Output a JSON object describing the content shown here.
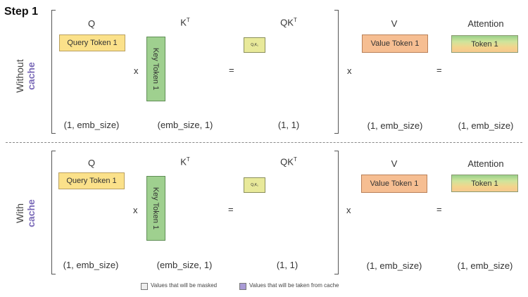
{
  "step_title": "Step 1",
  "rows": [
    {
      "label_main": "Without",
      "label_cache": "cache",
      "q_header": "Q",
      "k_header": "K",
      "k_sup": "T",
      "qk_header": "QK",
      "qk_sup": "T",
      "v_header": "V",
      "attn_header": "Attention",
      "query_box": "Query Token 1",
      "key_box": "Key Token 1",
      "qk_box": "Q₁K₁",
      "value_box": "Value Token 1",
      "attn_box": "Token 1",
      "op_mult": "x",
      "op_eq": "=",
      "dim_q": "(1, emb_size)",
      "dim_k": "(emb_size, 1)",
      "dim_qk": "(1, 1)",
      "dim_v": "(1, emb_size)",
      "dim_attn": "(1, emb_size)"
    },
    {
      "label_main": "With",
      "label_cache": "cache",
      "q_header": "Q",
      "k_header": "K",
      "k_sup": "T",
      "qk_header": "QK",
      "qk_sup": "T",
      "v_header": "V",
      "attn_header": "Attention",
      "query_box": "Query Token 1",
      "key_box": "Key Token 1",
      "qk_box": "Q₁K₁",
      "value_box": "Value Token 1",
      "attn_box": "Token 1",
      "op_mult": "x",
      "op_eq": "=",
      "dim_q": "(1, emb_size)",
      "dim_k": "(emb_size, 1)",
      "dim_qk": "(1, 1)",
      "dim_v": "(1, emb_size)",
      "dim_attn": "(1, emb_size)"
    }
  ],
  "legend": {
    "masked_label": "Values that will be masked",
    "masked_color": "#eeeeee",
    "cache_label": "Values that will be taken from cache",
    "cache_color": "#a99bd6"
  }
}
